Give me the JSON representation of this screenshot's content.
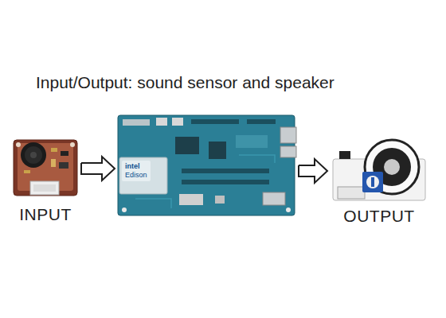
{
  "diagram": {
    "title": "Input/Output: sound sensor and speaker",
    "nodes": [
      {
        "text": [
          "INPUT"
        ]
      },
      {
        "text": [
          "intel",
          "Edison"
        ]
      },
      {
        "text": [
          "OUTPUT"
        ]
      }
    ],
    "edges": [
      {
        "from": 0,
        "to": 1,
        "arrow": "to"
      },
      {
        "from": 1,
        "to": 2,
        "arrow": "to"
      }
    ]
  }
}
